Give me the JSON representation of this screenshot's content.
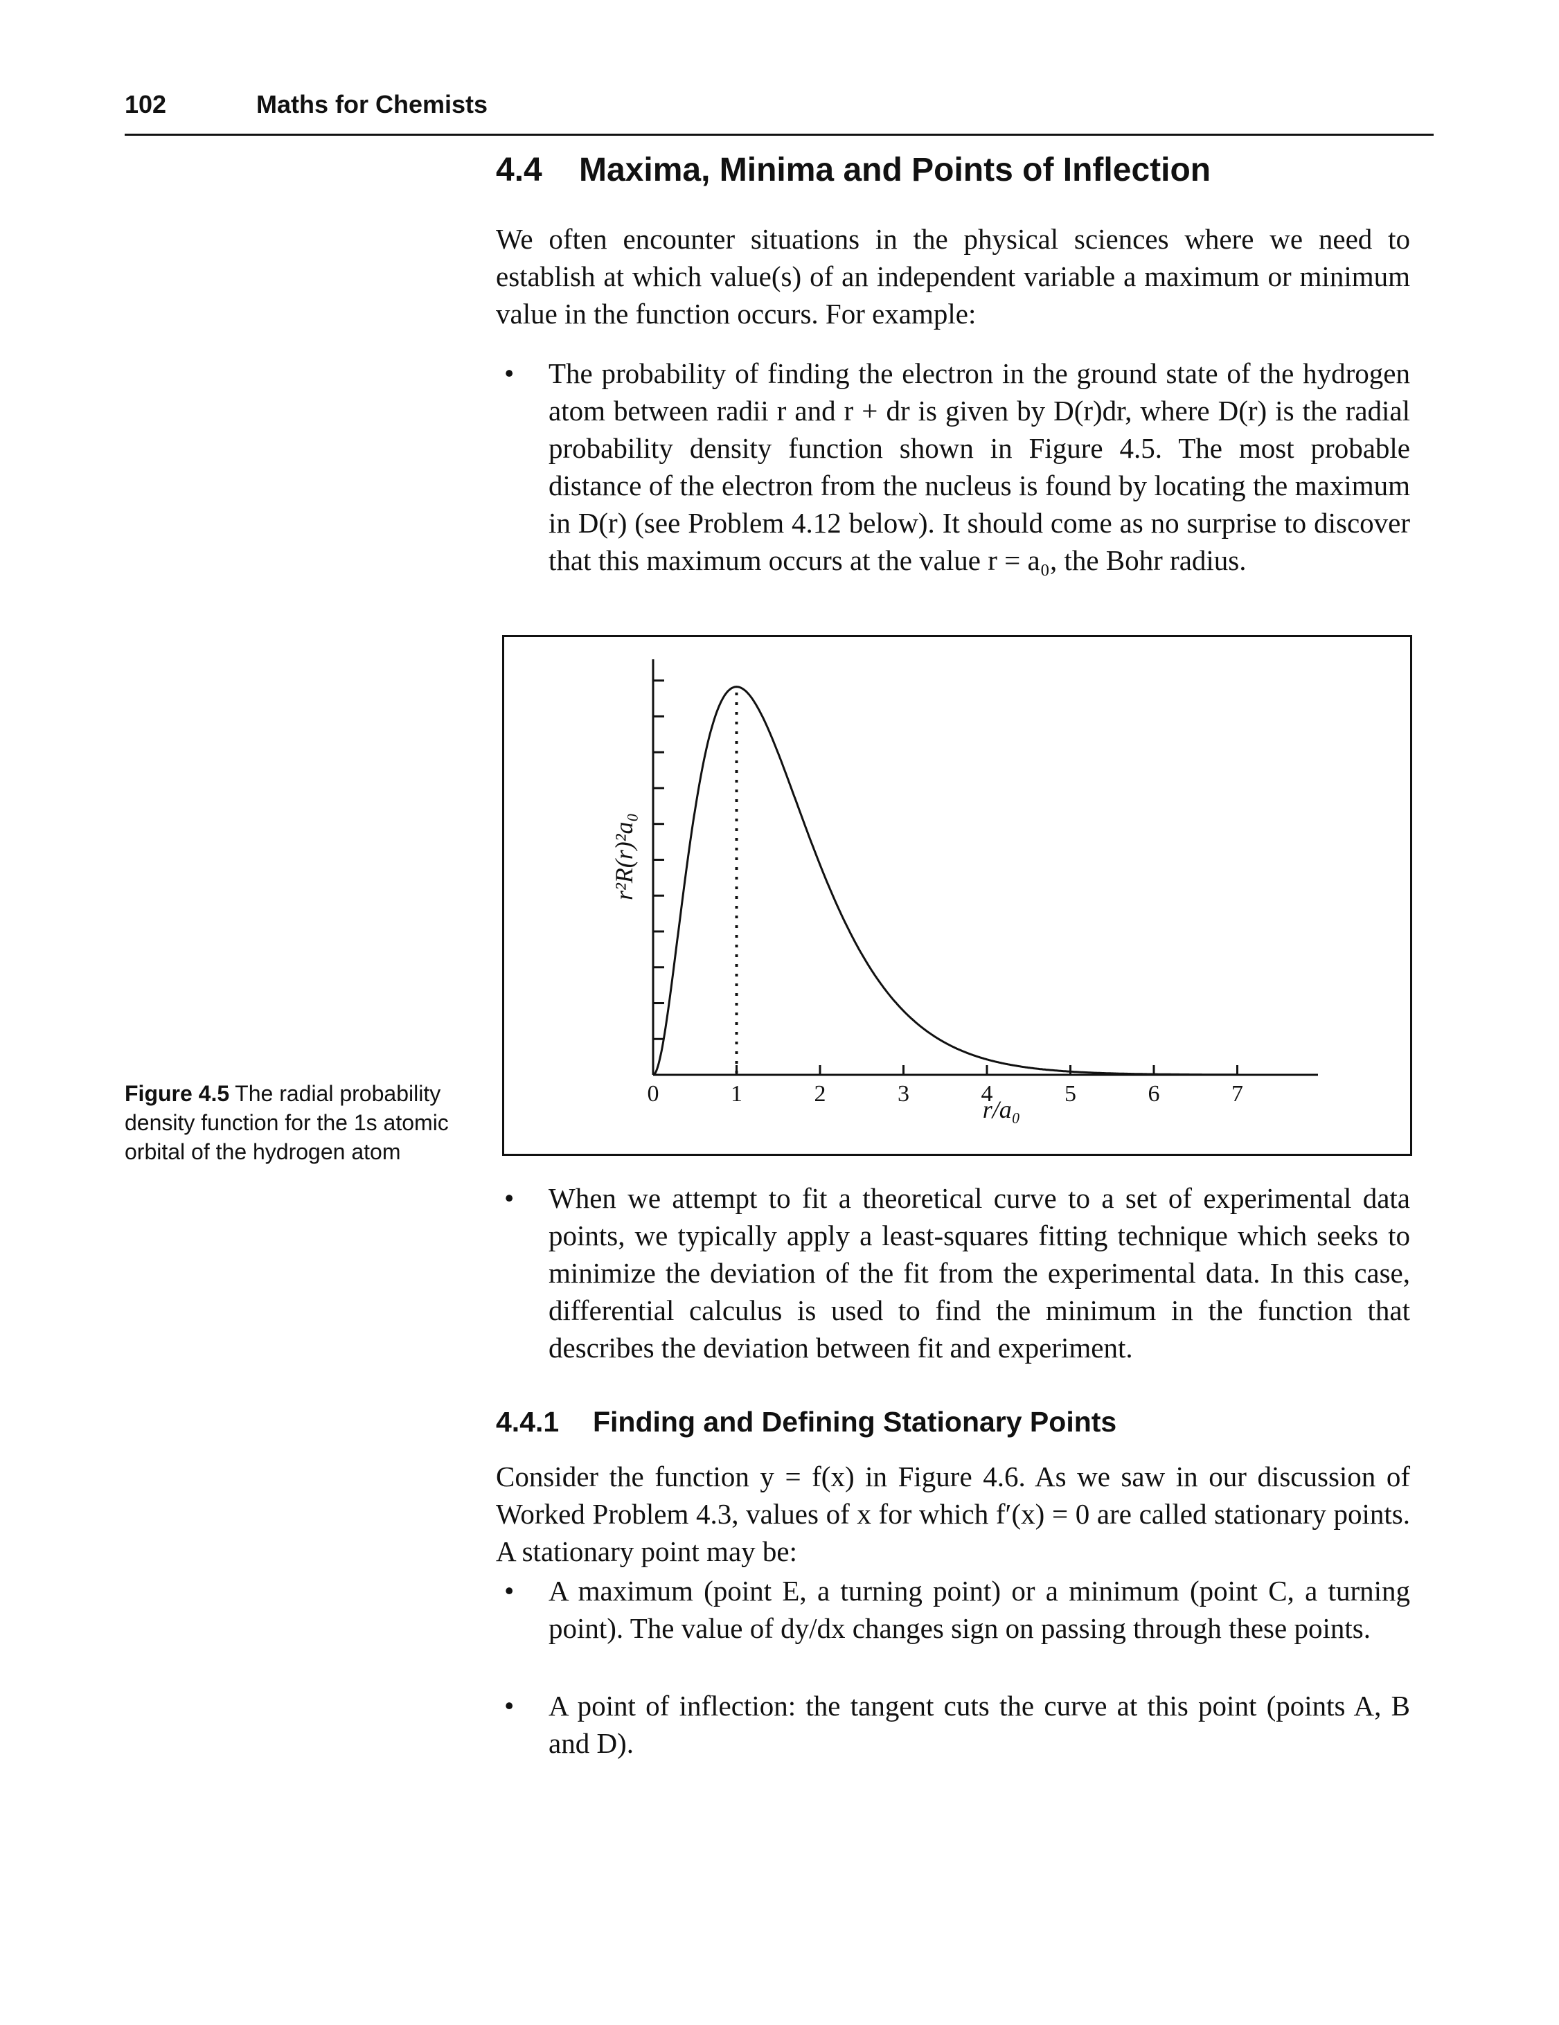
{
  "running_head": {
    "page_number": "102",
    "book_title": "Maths for Chemists"
  },
  "section": {
    "number": "4.4",
    "title": "Maxima, Minima and Points of Inflection"
  },
  "intro_paragraph": "We often encounter situations in the physical sciences where we need to establish at which value(s) of an independent variable a maximum or minimum value in the function occurs. For example:",
  "bullets_a": [
    "The probability of finding the electron in the ground state of the hydrogen atom between radii r and r + dr is given by D(r)dr, where D(r) is the radial probability density function shown in Figure 4.5. The most probable distance of the electron from the nucleus is found by locating the maximum in D(r) (see Problem 4.12 below). It should come as no surprise to discover that this maximum occurs at the value r = a₀, the Bohr radius."
  ],
  "figure": {
    "caption_label": "Figure 4.5",
    "caption_text": "The radial probability density function for the 1s atomic orbital of the hydrogen atom"
  },
  "chart_data": {
    "type": "line",
    "title": "",
    "xlabel": "r/a₀",
    "ylabel": "r²R(r)²a₀",
    "x_ticks": [
      "0",
      "1",
      "2",
      "3",
      "4",
      "5",
      "6",
      "7"
    ],
    "xlim": [
      0,
      8
    ],
    "ylim": [
      0,
      0.6
    ],
    "y_tick_labels_shown": false,
    "grid": false,
    "function": "4 x^2 e^(-2x)",
    "peak": {
      "x": 1,
      "y": 0.541
    },
    "dotted_marker_x": 1,
    "series": [
      {
        "x": [
          0,
          0.25,
          0.5,
          0.75,
          1,
          1.25,
          1.5,
          1.75,
          2,
          2.5,
          3,
          3.5,
          4,
          4.5,
          5,
          5.5,
          6,
          7
        ],
        "values": [
          0,
          0.152,
          0.368,
          0.502,
          0.541,
          0.513,
          0.448,
          0.37,
          0.293,
          0.168,
          0.089,
          0.045,
          0.021,
          0.01,
          0.005,
          0.002,
          0.001,
          0.0001
        ]
      }
    ]
  },
  "bullets_b": [
    "When we attempt to fit a theoretical curve to a set of experimental data points, we typically apply a least-squares fitting technique which seeks to minimize the deviation of the fit from the experimental data. In this case, differential calculus is used to find the minimum in the function that describes the deviation between fit and experiment."
  ],
  "subsection": {
    "number": "4.4.1",
    "title": "Finding and Defining Stationary Points"
  },
  "subsection_paragraph": "Consider the function y = f(x) in Figure 4.6. As we saw in our discussion of Worked Problem 4.3, values of x for which f′(x) = 0 are called stationary points. A stationary point may be:",
  "bullets_c": [
    "A maximum (point E, a turning point) or a minimum (point C, a turning point). The value of dy/dx changes sign on passing through these points.",
    "A point of inflection: the tangent cuts the curve at this point (points A, B and D)."
  ],
  "bullet_symbol": "•"
}
